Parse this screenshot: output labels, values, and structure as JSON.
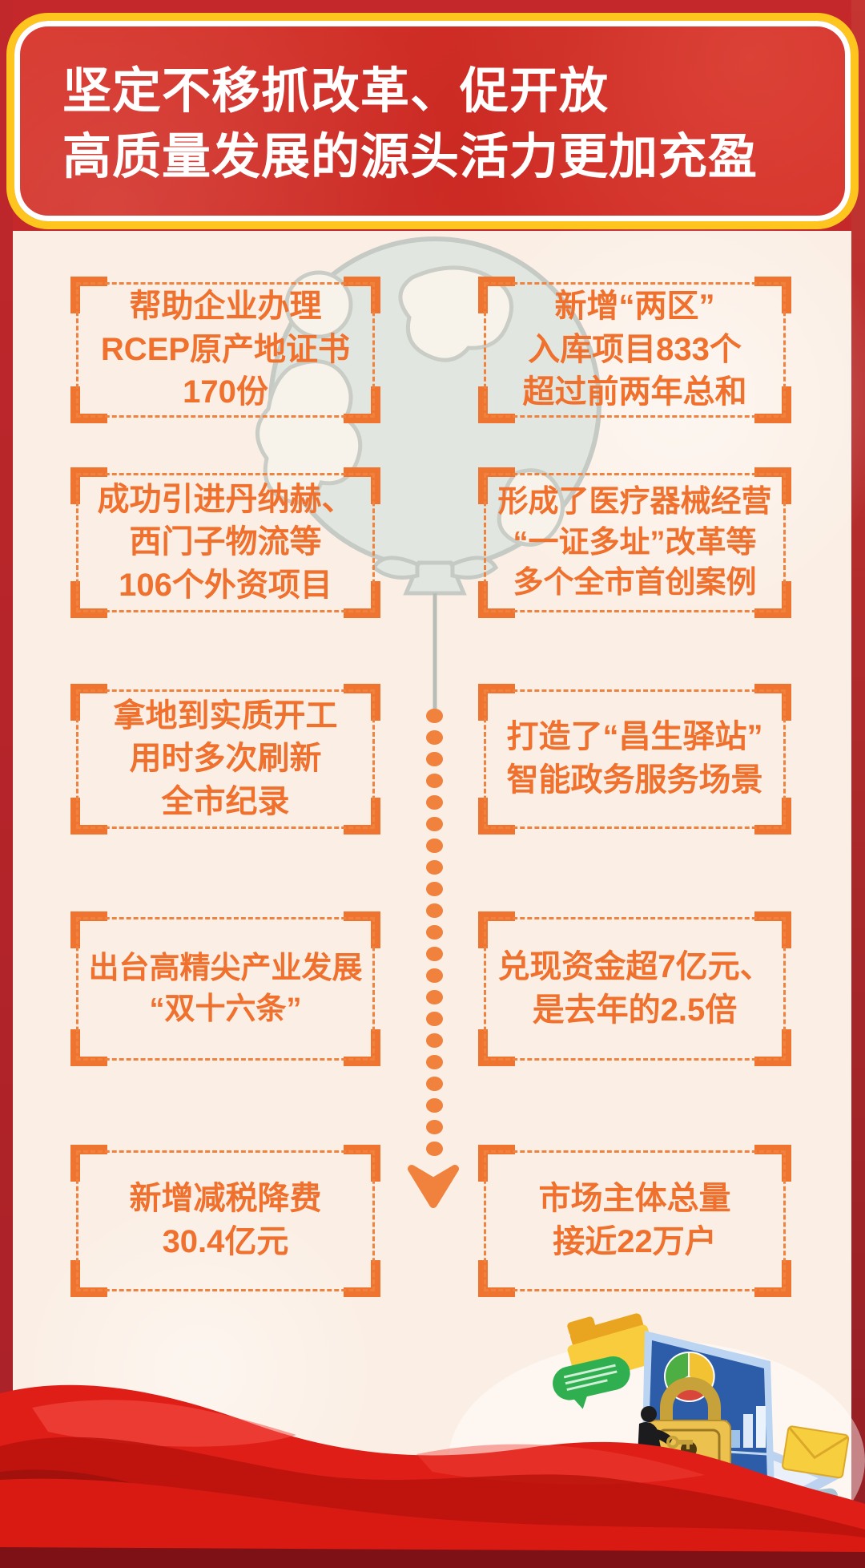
{
  "poster": {
    "header": {
      "line1": "坚定不移抓改革、促开放",
      "line2": "高质量发展的源头活力更加充盈"
    }
  },
  "boxes": [
    {
      "id": "rcep-certificates",
      "lines": [
        "帮助企业办理",
        "RCEP原产地证书",
        "170份"
      ]
    },
    {
      "id": "two-zones-projects",
      "lines": [
        "新增“两区”",
        "入库项目833个",
        "超过前两年总和"
      ]
    },
    {
      "id": "foreign-investment",
      "lines": [
        "成功引进丹纳赫、",
        "西门子物流等",
        "106个外资项目"
      ]
    },
    {
      "id": "medical-device-reform",
      "lines": [
        "形成了医疗器械经营",
        "“一证多址”改革等",
        "多个全市首创案例"
      ]
    },
    {
      "id": "construction-record",
      "lines": [
        "拿地到实质开工",
        "用时多次刷新",
        "全市纪录"
      ]
    },
    {
      "id": "smart-gov-service",
      "lines": [
        "打造了“昌生驿站”",
        "智能政务服务场景"
      ]
    },
    {
      "id": "industry-policy",
      "lines": [
        "出台高精尖产业发展",
        "“双十六条”"
      ]
    },
    {
      "id": "funds-cashed",
      "lines": [
        "兑现资金超7亿元、",
        "是去年的2.5倍"
      ]
    },
    {
      "id": "tax-fee-cuts",
      "lines": [
        "新增减税降费",
        "30.4亿元"
      ]
    },
    {
      "id": "market-entities",
      "lines": [
        "市场主体总量",
        "接近22万户"
      ]
    }
  ],
  "decor": {
    "dot_count": 21,
    "icons": [
      "balloon-globe-icon",
      "down-arrow-icon",
      "folder-icon",
      "chat-bubble-icon",
      "laptop-icon",
      "pie-chart-icon",
      "bar-chart-icon",
      "padlock-icon",
      "person-with-key-icon",
      "envelope-icon",
      "password-card-icon",
      "red-silk-ribbon"
    ]
  },
  "colors": {
    "accent_orange": "#EF7430",
    "dash_orange": "#F0823F",
    "box_text_orange": "#F0702D",
    "dot_orange": "#F1823E",
    "panel_cream": "#FBEFE5",
    "background_red": "#C5282A",
    "header_border_yellow": "#FFC51F",
    "header_text_white": "#FFFFFF",
    "silk_red": "#DF1E17",
    "silk_dark_red": "#BB130D",
    "silk_bottom_maroon": "#7D1116",
    "balloon_gray": "#E1E7E0",
    "lock_gold": "#EDC14D",
    "folder_yellow": "#F8CC3D",
    "bubble_green": "#2FAF4F",
    "laptop_screen_blue": "#2D5DA8"
  }
}
